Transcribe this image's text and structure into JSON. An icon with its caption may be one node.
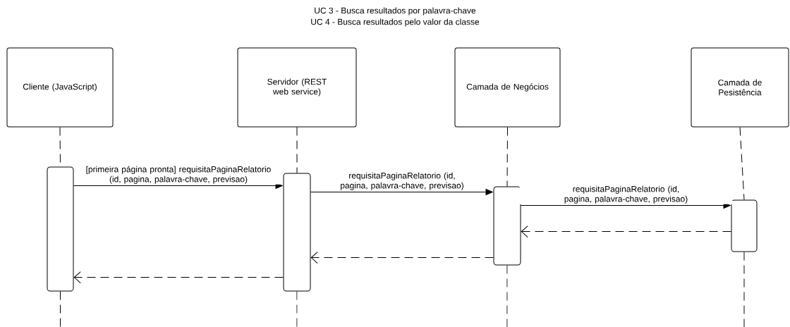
{
  "diagram": {
    "title": "UC 3 - Busca resultados por palavra-chave",
    "nodes": [
      {
        "text": [
          "Cliente (JavaScript)"
        ]
      },
      {
        "text": [
          "Servidor (REST web service)"
        ]
      },
      {
        "text": [
          "Camada de Negócios"
        ]
      },
      {
        "text": [
          "Camada de Pesistência"
        ]
      },
      {
        "text": [],
        "shape": "bar"
      },
      {
        "text": [],
        "shape": "bar"
      },
      {
        "text": [],
        "shape": "bar"
      },
      {
        "text": [],
        "shape": "bar"
      }
    ],
    "edges": [
      {
        "from": 0,
        "to": 4,
        "arrow": "none",
        "style": "dashed"
      },
      {
        "from": 1,
        "to": 5,
        "arrow": "none",
        "style": "dashed"
      },
      {
        "from": 2,
        "to": 6,
        "arrow": "none",
        "style": "dashed"
      },
      {
        "from": 3,
        "to": 7,
        "arrow": "none",
        "style": "dashed"
      },
      {
        "from": 4,
        "to": null,
        "arrow": "none",
        "style": "dashed"
      },
      {
        "from": 5,
        "to": null,
        "arrow": "none",
        "style": "dashed"
      },
      {
        "from": 6,
        "to": null,
        "arrow": "none",
        "style": "dashed"
      },
      {
        "from": 7,
        "to": null,
        "arrow": "none",
        "style": "dashed"
      },
      {
        "from": 4,
        "to": 5,
        "arrow": "to",
        "label": "[primeira página pronta] requisitaPaginaRelatorio (id, pagina, palavra-chave, previsao)"
      },
      {
        "from": 5,
        "to": 6,
        "arrow": "to",
        "label": "requisitaPaginaRelatorio (id, pagina, palavra-chave, previsao)"
      },
      {
        "from": 6,
        "to": 7,
        "arrow": "to",
        "label": "requisitaPaginaRelatorio (id, pagina, palavra-chave, previsao)"
      },
      {
        "from": 7,
        "to": 6,
        "arrow": "to",
        "style": "dashed"
      },
      {
        "from": 6,
        "to": 5,
        "arrow": "to",
        "style": "dashed"
      },
      {
        "from": 5,
        "to": 4,
        "arrow": "to",
        "style": "dashed"
      }
    ],
    "labels": [
      "UC 4 - Busca resultados pelo valor da classe"
    ]
  }
}
